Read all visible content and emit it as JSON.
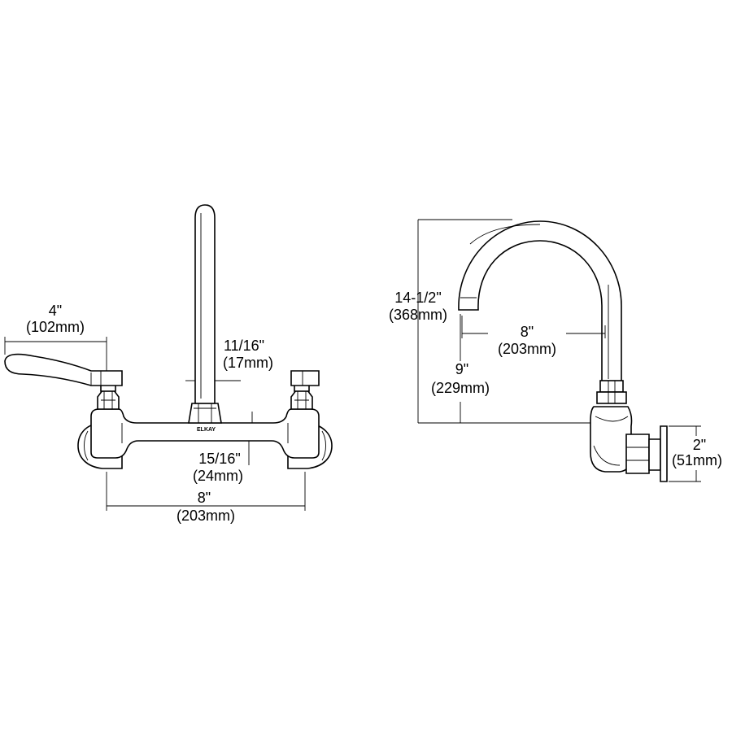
{
  "brand": "ELKAY",
  "front_view": {
    "handle_reach": {
      "inch": "4\"",
      "mm": "(102mm)"
    },
    "spout_diameter": {
      "inch": "11/16\"",
      "mm": "(17mm)"
    },
    "body_offset": {
      "inch": "15/16\"",
      "mm": "(24mm)"
    },
    "centers": {
      "inch": "8\"",
      "mm": "(203mm)"
    }
  },
  "side_view": {
    "overall_height": {
      "inch": "14-1/2\"",
      "mm": "(368mm)"
    },
    "spout_reach": {
      "inch": "8\"",
      "mm": "(203mm)"
    },
    "spout_clearance": {
      "inch": "9\"",
      "mm": "(229mm)"
    },
    "flange": {
      "inch": "2\"",
      "mm": "(51mm)"
    }
  }
}
